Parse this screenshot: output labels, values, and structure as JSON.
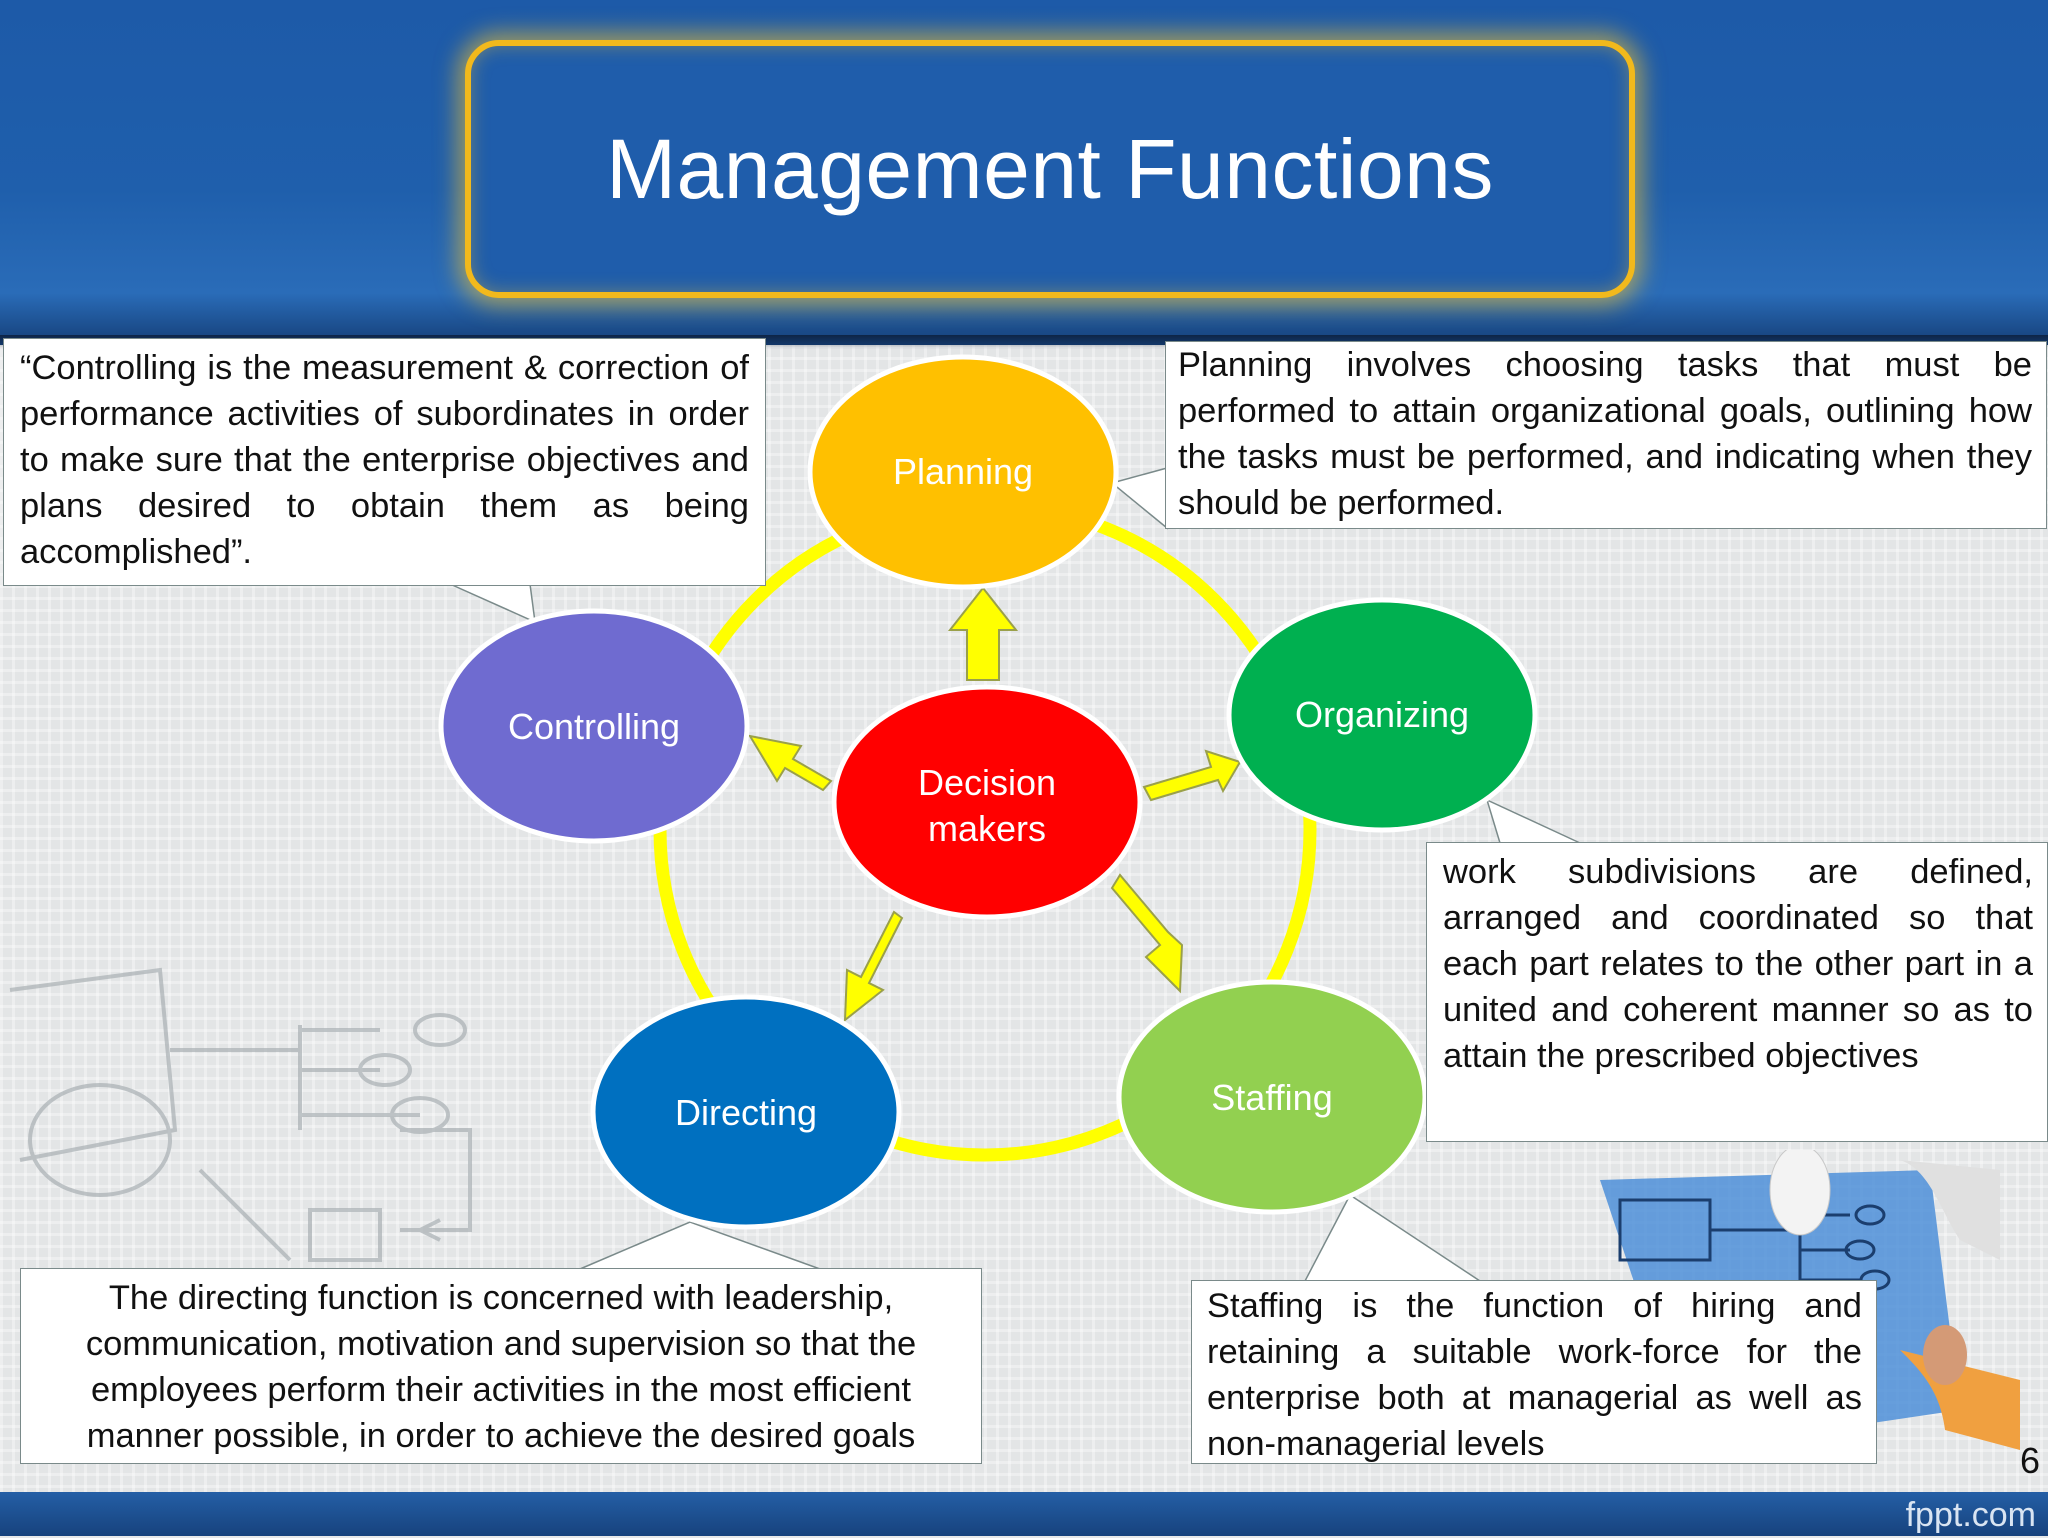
{
  "slide": {
    "title": "Management Functions",
    "slide_number": "6",
    "brand": "fppt.com"
  },
  "nodes": {
    "center": {
      "line1": "Decision",
      "line2": "makers",
      "color": "#ff0000"
    },
    "planning": {
      "label": "Planning",
      "color": "#ffc000"
    },
    "organizing": {
      "label": "Organizing",
      "color": "#00b050"
    },
    "staffing": {
      "label": "Staffing",
      "color": "#92d050"
    },
    "directing": {
      "label": "Directing",
      "color": "#0070c0"
    },
    "controlling": {
      "label": "Controlling",
      "color": "#6f6bd0"
    }
  },
  "colors": {
    "ring": "#ffff00",
    "arrow_fill": "#ffff00",
    "arrow_stroke": "#9aa04a",
    "header_blue": "#1f5dab",
    "frame_gold": "#f2b91c"
  },
  "callouts": {
    "controlling": "“Controlling is the measurement & correction of performance activities of subordinates in order to make sure that the enterprise objectives and plans desired to obtain them as being accomplished”.",
    "planning": "Planning involves choosing tasks that must be performed to attain organizational goals, outlining how the tasks must be performed, and indicating when they should be performed.",
    "organizing": "work subdivisions are defined, arranged and coordinated so that each part relates to the other part in a united and coherent manner so as to attain the prescribed objectives",
    "directing": "The directing function is concerned with leadership, communication, motivation and supervision so that the employees perform their activities in the most efficient manner possible, in order to achieve the desired goals",
    "staffing": "Staffing is the function of hiring and retaining a suitable work-force for the enterprise both at managerial as well as non-managerial levels"
  }
}
